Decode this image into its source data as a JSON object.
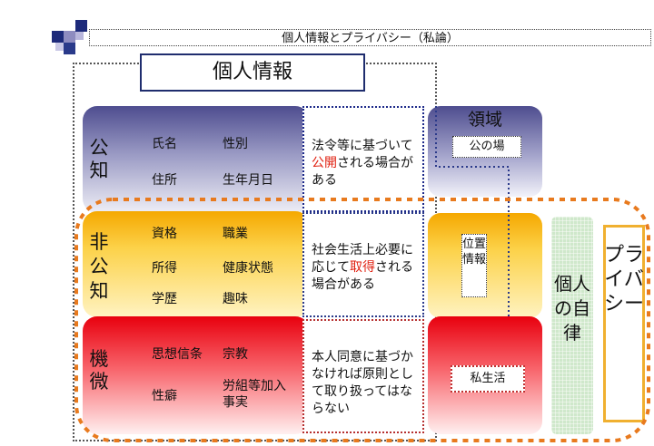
{
  "header": {
    "title": "個人情報とプライバシー（私論）"
  },
  "main": {
    "title": "個人情報",
    "rows": [
      {
        "label": [
          "公",
          "知"
        ],
        "items": [
          "氏名",
          "性別",
          "住所",
          "生年月日"
        ],
        "description": {
          "before": "法令等に基づいて",
          "highlight": "公開",
          "after": "される場合がある"
        }
      },
      {
        "label": [
          "非",
          "公",
          "知"
        ],
        "items": [
          "資格",
          "職業",
          "所得",
          "健康状態",
          "学歴",
          "趣味"
        ],
        "description": {
          "before": "社会生活上必要に応じて",
          "highlight": "取得",
          "after": "される場合がある"
        }
      },
      {
        "label": [
          "機",
          "微"
        ],
        "items": [
          "思想信条",
          "宗教",
          "性癖",
          "労組等加入事実"
        ],
        "description": {
          "before": "本人同意に基づかなければ原則として取り扱ってはならない",
          "highlight": "",
          "after": ""
        }
      }
    ]
  },
  "domain": {
    "title": "領域",
    "public_place": "公の場",
    "location_info": "位置情報",
    "private_life": "私生活"
  },
  "autonomy": "個人の自律",
  "privacy": "プライバシー",
  "colors": {
    "navy": "#1f2d6e",
    "public_band": "#4e4d8f",
    "nonpublic_band": "#f5a800",
    "sensitive_band": "#e8000e",
    "highlight": "#e02010",
    "privacy_border": "#f0b030",
    "autonomy_fill": "#cfe8cb",
    "dashed_orange": "#e87a1e"
  }
}
